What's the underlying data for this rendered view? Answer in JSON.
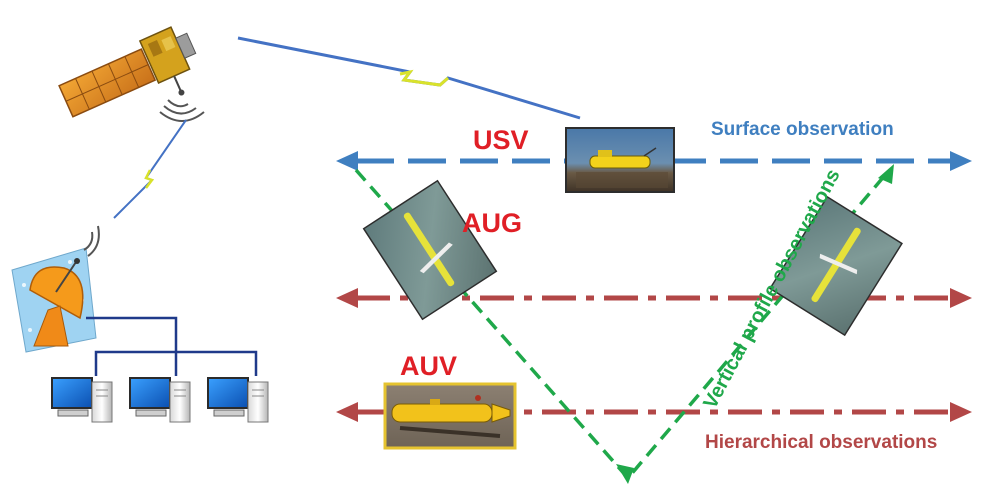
{
  "labels": {
    "usv": "USV",
    "aug": "AUG",
    "auv": "AUV",
    "surface": "Surface observation",
    "vertical": "Vertical profile observations",
    "hierarchical": "Hierarchical observations"
  },
  "colors": {
    "vehicle_label": "#e01f26",
    "surface": "#3f7fc0",
    "hierarchical": "#b24747",
    "vertical": "#1fa84a",
    "link": "#4472c4",
    "lightning": "#d9e22b",
    "network": "#1f3a8a"
  },
  "icons": [
    "satellite-icon",
    "signal-waves-icon",
    "ground-station-dish-icon",
    "computer-icon",
    "usv-photo",
    "aug-photo",
    "auv-photo"
  ]
}
